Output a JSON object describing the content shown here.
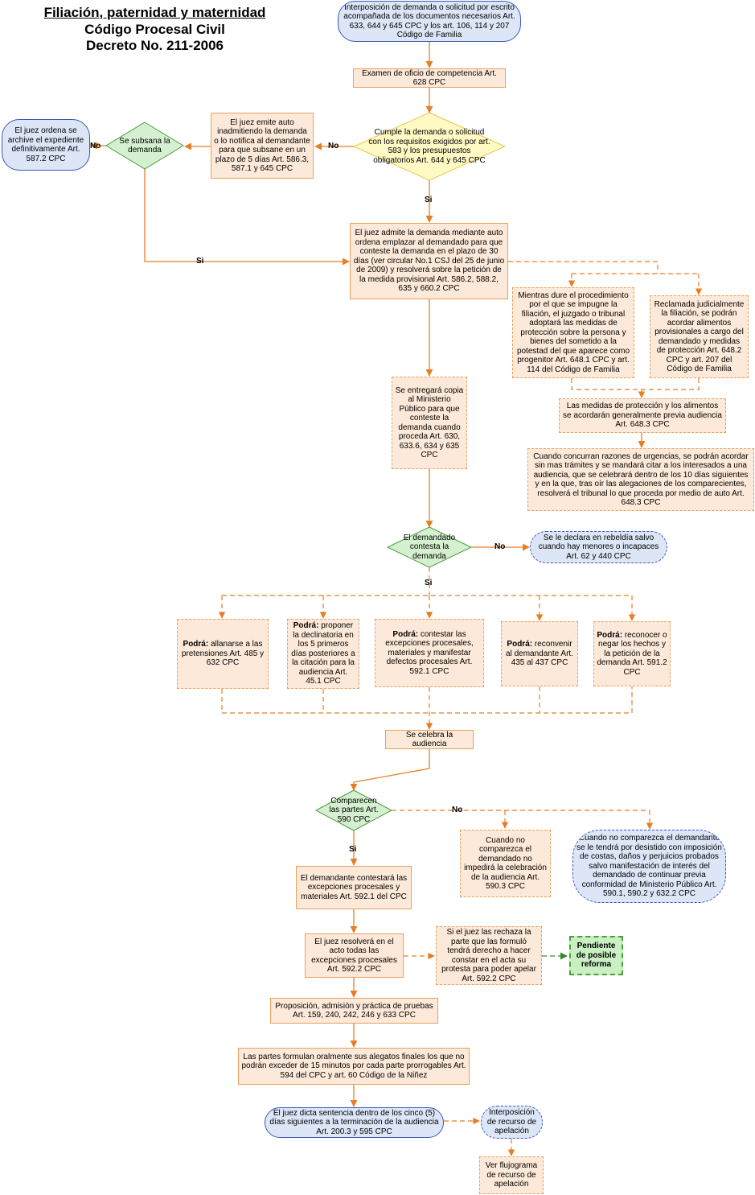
{
  "header": {
    "title": "Filiación, paternidad y maternidad",
    "subtitle": "Código Procesal Civil",
    "decree": "Decreto No. 211-2006"
  },
  "nodes": {
    "interposicion": "Interposición de demanda o solicitud por escrito acompañada de los documentos necesarios Art. 633, 644 y 645 CPC y los art. 106, 114 y 207 Código de Familia",
    "examen": "Examen de oficio de competencia Art. 628 CPC",
    "cumple": "Cumple la demanda o solicitud con los requisitos exigidos por art. 583 y los presupuestos obligatorios Art. 644 y 645 CPC",
    "inadmite": "El juez emite auto inadmitiendo la demanda o lo notifica al demandante para que subsane en un plazo de 5 días Art. 586.3, 587.1 y 645 CPC",
    "subsana": "Se subsana la demanda",
    "archiva": "El juez ordena se archive el expediente definitivamente Art. 587.2 CPC",
    "admite": "El juez admite la demanda mediante auto ordena emplazar al demandado para que conteste la demanda en el plazo de 30 días (ver circular No.1 CSJ del 25 de junio de 2009) y resolverá sobre la petición de la medida provisional Art. 586.2, 588.2, 635 y 660.2 CPC",
    "mientras": "Mientras dure el procedimiento por el que se impugne la filiación, el juzgado o tribunal adoptará las medidas de protección sobre la persona y bienes del sometido a la potestad del que aparece como progenitor Art. 648.1 CPC y art. 114 del Código de Familia",
    "reclamada": "Reclamada judicialmente la filiación, se podrán acordar alimentos provisionales a cargo del demandado y medidas de protección Art. 648.2 CPC y art. 207 del Código de Familia",
    "medidas": "Las medidas de protección y los alimentos se acordarán generalmente previa audiencia Art. 648.3 CPC",
    "urgencias": "Cuando concurran razones de urgencias, se podrán acordar sin mas trámites y se mandará citar a los interesados a una audiencia, que se celebrará dentro de los 10 días siguientes y en la que, tras oír las alegaciones de los comparecientes, resolverá el tribunal lo que proceda por medio de auto Art. 648.3 CPC",
    "ministerio": "Se entregará copia al Ministerio Público para que conteste la demanda cuando proceda Art. 630, 633.6, 634 y 635 CPC",
    "contesta": "El demandado contesta la demanda",
    "rebeldia": "Se le declara en rebeldía salvo cuando hay menores o incapaces Art. 62 y 440 CPC",
    "podra_word": "Podrá:",
    "podra1": "allanarse a las pretensiones Art. 485 y 632 CPC",
    "podra2": "proponer la declinatoria en los 5 primeros días posteriores a la citación para la audiencia Art. 45.1 CPC",
    "podra3": "contestar las excepciones procesales, materiales y manifestar defectos procesales Art. 592.1 CPC",
    "podra4": "reconvenir al demandante Art. 435 al 437 CPC",
    "podra5": "reconocer o negar los hechos y la petición de la demanda Art. 591.2 CPC",
    "celebra": "Se celebra la audiencia",
    "comparecen": "Comparecen las partes Art. 590 CPC",
    "no_comparezca_dem": "Cuando no comparezca el demandado no impedirá la celebración de la audiencia Art. 590.3 CPC",
    "no_comparezca_dte": "Cuando no comparezca el demandante se le tendrá por desistido con imposición de costas, daños y perjuicios probados salvo manifestación de interés del demandado de continuar previa conformidad de Ministerio Público Art. 590.1, 590.2 y 632.2 CPC",
    "contestara": "El demandante contestará las excepciones procesales y materiales Art. 592.1 del CPC",
    "resolvera": "El juez resolverá en el acto todas las excepciones procesales Art. 592.2 CPC",
    "rechaza": "Si el juez las rechaza la parte que las formuló tendrá derecho a hacer constar en el acta su protesta para poder apelar Art. 592.2 CPC",
    "pendiente": "Pendiente de posible reforma",
    "proposicion": "Proposición, admisión y práctica de pruebas Art. 159, 240, 242, 246 y 633 CPC",
    "alegatos": "Las partes formulan oralmente sus alegatos finales los que no podrán exceder de 15 minutos por cada parte prorrogables Art. 594 del CPC y art. 60 Código de la Niñez",
    "sentencia": "El juez dicta sentencia dentro de los cinco (5) días siguientes a la terminación de la audiencia Art. 200.3 y 595 CPC",
    "recurso": "Interposición de recurso de apelación",
    "flujograma": "Ver flujograma de recurso de apelación"
  },
  "labels": {
    "no": "No",
    "si": "Si"
  },
  "colors": {
    "arrow": "#e67e22",
    "rect_fill": "#fde9d9",
    "rect_border": "#e8a15a",
    "diamond_fill": "#d5f0d0",
    "diamond_border": "#4a9d3a",
    "term_fill": "#dce6f7",
    "term_border": "#3a58b8",
    "highlight_fill": "#c9efc2",
    "highlight_border": "#4a9d3a"
  }
}
